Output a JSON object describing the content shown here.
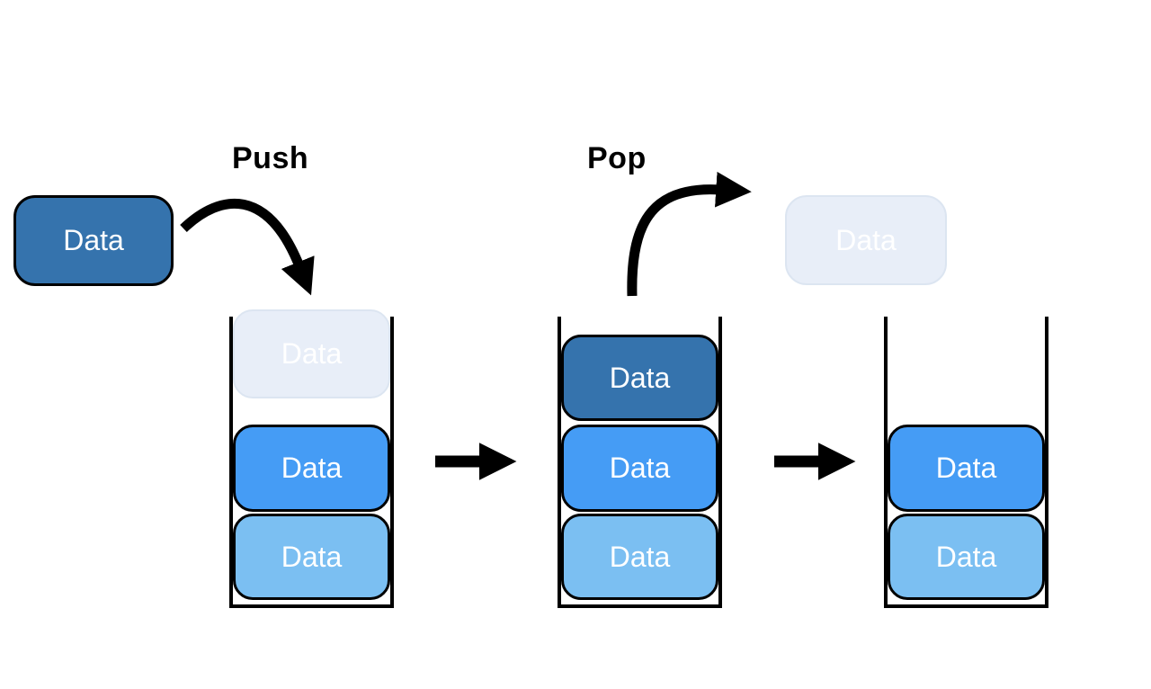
{
  "diagram": {
    "operations": {
      "push_label": "Push",
      "pop_label": "Pop"
    },
    "incoming_box": {
      "label": "Data",
      "state": "being-pushed"
    },
    "popped_box": {
      "label": "Data",
      "state": "being-popped-ghost"
    },
    "stacks": [
      {
        "name": "stack-during-push",
        "items": [
          {
            "label": "Data",
            "variant": "ghost"
          },
          {
            "label": "Data",
            "variant": "medium"
          },
          {
            "label": "Data",
            "variant": "light"
          }
        ]
      },
      {
        "name": "stack-full-before-pop",
        "items": [
          {
            "label": "Data",
            "variant": "dark"
          },
          {
            "label": "Data",
            "variant": "medium"
          },
          {
            "label": "Data",
            "variant": "light"
          }
        ]
      },
      {
        "name": "stack-after-pop",
        "items": [
          {
            "label": "Data",
            "variant": "medium"
          },
          {
            "label": "Data",
            "variant": "light"
          }
        ]
      }
    ],
    "colors": {
      "box_dark": "#3573AD",
      "box_medium": "#459CF5",
      "box_light": "#7BBFF2",
      "box_ghost": "#E8EEF8",
      "box_border": "#000000",
      "arrow": "#000000",
      "label_text": "#000000",
      "box_text": "#FFFFFF"
    }
  }
}
